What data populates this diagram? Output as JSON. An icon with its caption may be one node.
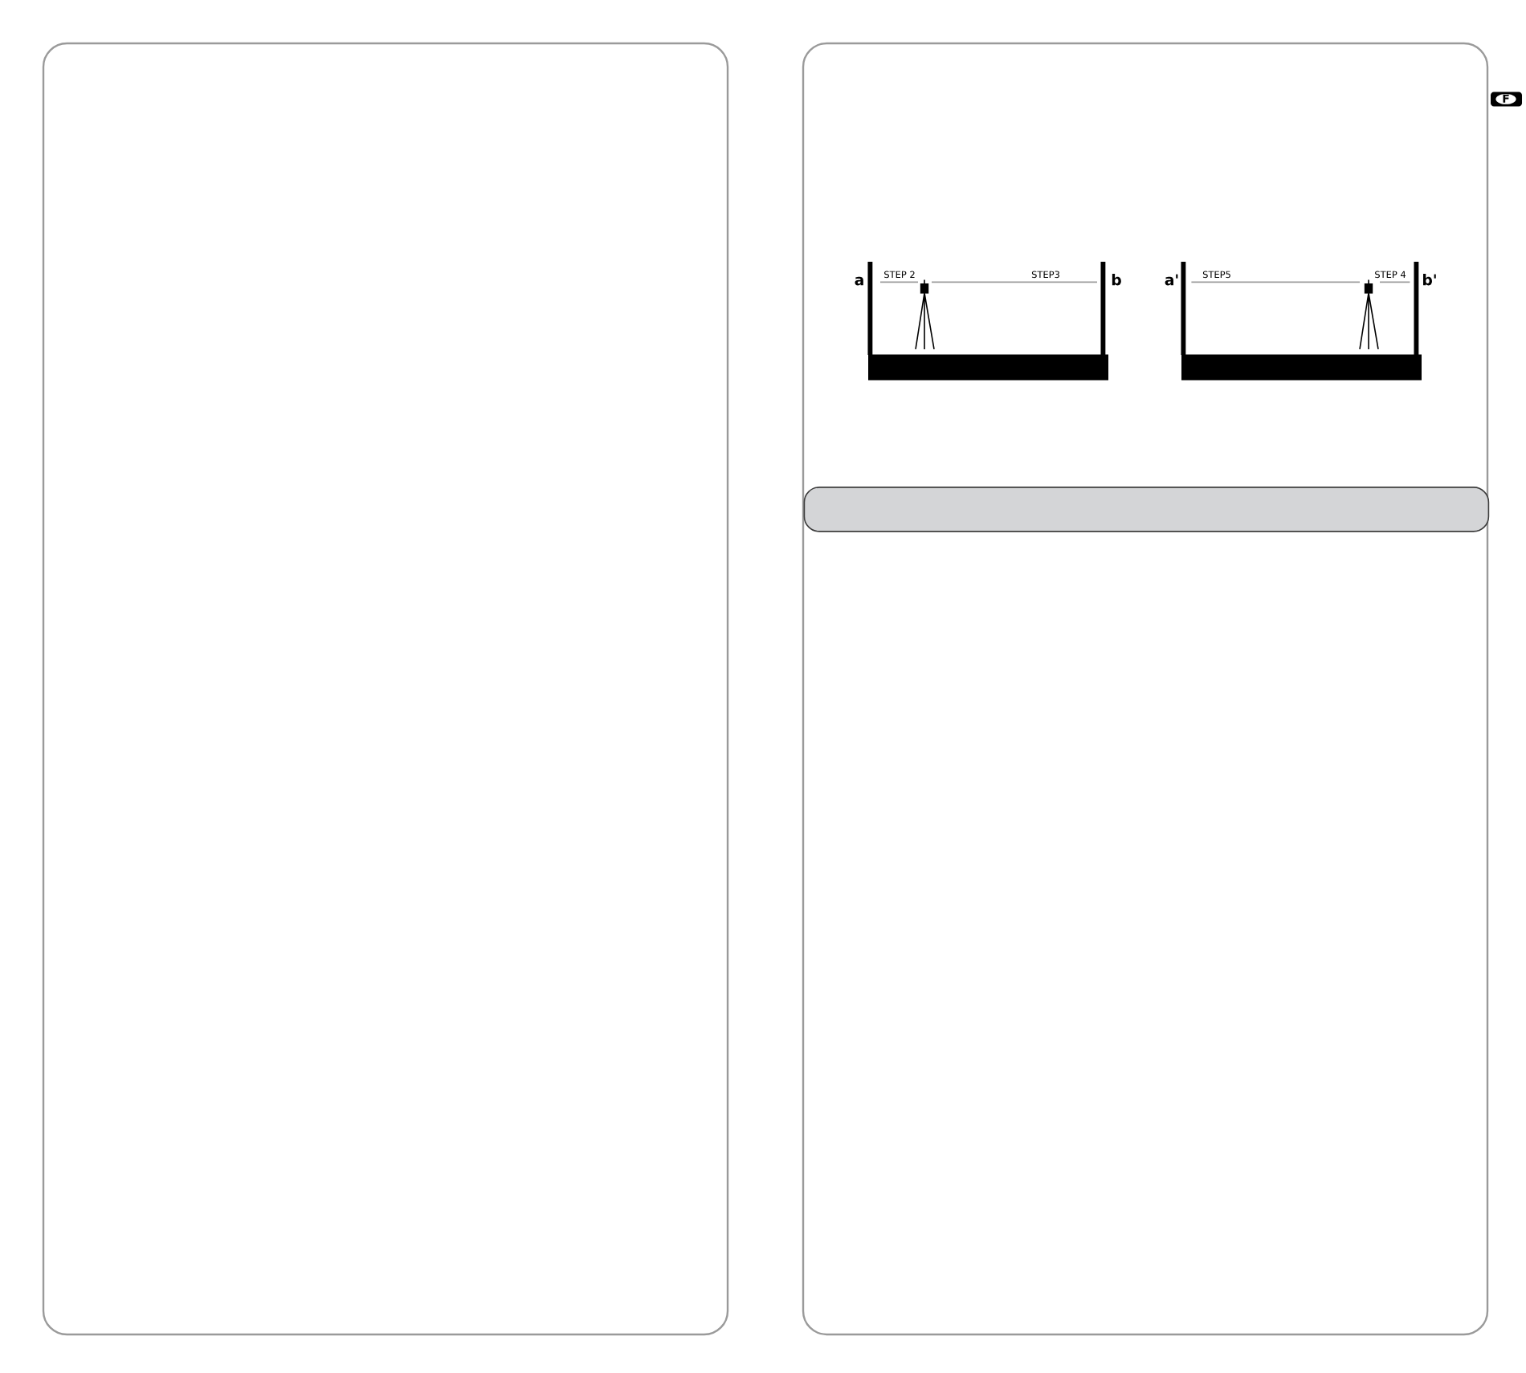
{
  "diagram": {
    "nodes": [
      {
        "text": [],
        "shape": "bar"
      }
    ],
    "labels": [
      "F",
      "a",
      "STEP 2",
      "STEP3",
      "b",
      "a'",
      "STEP5",
      "STEP 4",
      "b'"
    ]
  }
}
